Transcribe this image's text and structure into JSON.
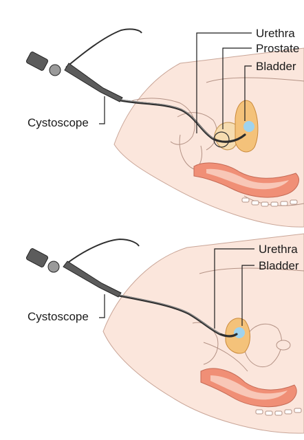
{
  "male_panel": {
    "labels": {
      "urethra": "Urethra",
      "prostate": "Prostate",
      "bladder": "Bladder",
      "cystoscope": "Cystoscope"
    },
    "icon": "cystoscope-icon"
  },
  "female_panel": {
    "labels": {
      "urethra": "Urethra",
      "bladder": "Bladder",
      "cystoscope": "Cystoscope"
    },
    "icon": "cystoscope-icon"
  },
  "colors": {
    "skin": "#fbe6dc",
    "bladder": "#f4c27a",
    "urine": "#9fd3ee",
    "rectum": "#f08f76",
    "scope": "#2e2e2e"
  }
}
